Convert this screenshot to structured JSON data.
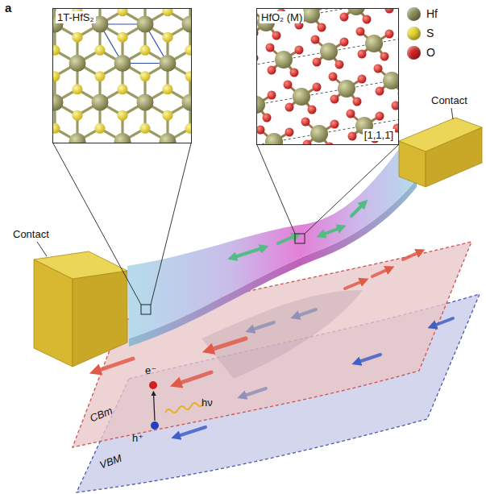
{
  "diagram": {
    "nodes": [
      {
        "text": [
          "1T-HfS₂"
        ]
      },
      {
        "text": [
          "HfO₂ (M)",
          "[1,1,1̄]"
        ]
      }
    ],
    "edges": [],
    "labels": [
      "a",
      "Contact",
      "Contact",
      "e⁻",
      "hν",
      "h⁺",
      "CBm",
      "VBM"
    ],
    "legend": [
      {
        "text": "Hf",
        "color": "#8c8c5a"
      },
      {
        "text": "S",
        "color": "#e8d62a"
      },
      {
        "text": "O",
        "color": "#d42020"
      }
    ]
  }
}
